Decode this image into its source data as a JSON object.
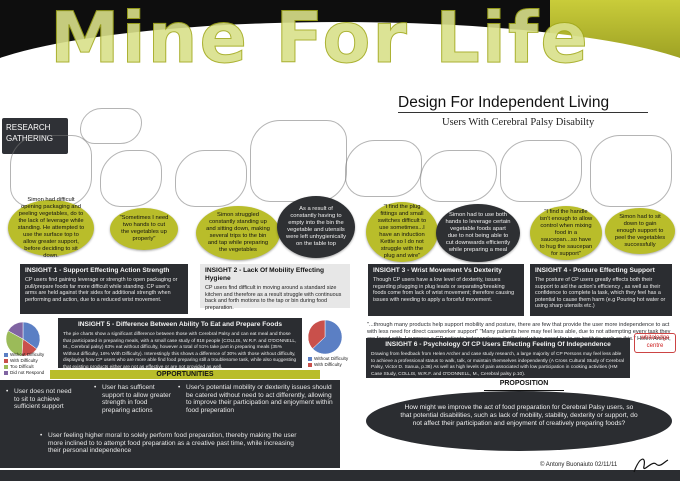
{
  "header": {
    "title": "Mine For Life",
    "subtitle": "Design For Independent Living",
    "tagline": "Users With Cerebral Palsy Disabilty",
    "research_label": "RESEARCH GATHERING"
  },
  "colors": {
    "accent": "#b9bd2a",
    "dark": "#2b2d31",
    "header": "#0e0e0e"
  },
  "bubbles": [
    {
      "text": "Simon had difficult opening packaging and peeling vegetables, do to the lack of leverage while standing. He attempted to use the surface top to allow greater support, before deciding to sit down."
    },
    {
      "text": "\"Sometimes I need two hands to cut the vegetables up properly\""
    },
    {
      "text": "Simon struggled constantly standing up and sitting down, making several trips to the bin and tap while preparing the vegetables"
    },
    {
      "text": "As a result of constantly having to empty into the bin the vegetable and utensils were left unhygienically on the table top"
    },
    {
      "text": "\"I find the plug fittings and small switches difficult to use sometimes...I have an induction Kettle so I do not struggle with the plug and wire\""
    },
    {
      "text": "Simon had to use both hands to leverage certain vegetable foods apart due to not being able to cut downwards efficiently while preparing a meal"
    },
    {
      "text": "\"I find the handle isn't enough to allow control when mixing food in a saucepan...so have to hug the saucepan for support\""
    },
    {
      "text": "Simon had to sit down to gain enough support to peel the vegetables successfully"
    }
  ],
  "insights": [
    {
      "title": "INSIGHT 1 - Support Effecting Action Strength",
      "text": "CP users find gaining leverage or strength to open packaging or pull/prepare foods far more difficult while standing. CP user's arms are held against their sides for additional strength when performing and action, due to a reduced wrist movement."
    },
    {
      "title": "INSIGHT 2 - Lack Of Mobility Effecting Hygiene",
      "text": "CP users find difficult in moving around a standard size kitchen and therefore as a result struggle with continuous back and forth motions to the tap or bin during food preparation."
    },
    {
      "title": "INSIGHT 3 - Wrist Movement Vs Dexterity",
      "text": "Though CP users have a low level of dexterity, issues regarding plugging in plug leads or separating/breaking foods come from lack of wrist movement; therefore causing issues with needing to apply a forceful movement."
    },
    {
      "title": "INSIGHT 4 - Posture Effecting Support",
      "text": "The posture of CP users greatly effects both their support to aid the action's efficiency , as well as their confidence to complete la task, which they feel has a potential to cause them harm (e.g Pouring hot water or using sharp utensils etc.)"
    },
    {
      "title": "INSIGHT 5 - Difference Between Ability To Eat and Prepare Foods",
      "text": "The pie charts show a significant difference between those with Cerebral Palsy and can eat meal and those that participated in preparing meals, with a small case study of 818 people (COLLIS, W.R.F. and O'DONNELL, M., Cerebral palsy) 63% eat without difficulty, however a total of 51% take part in preparing meals (35% Without difficulty, 16% With Difficulty). Interestingly this shows a difference of 30% with those without difficulty, displaying how CP users who are more able find food preparing still a troublesome task, while also suggesting that existing products either are not as effective or are not provided as well."
    },
    {
      "title": "INSIGHT 6 - Psychology Of CP Users Effecting Feeling Of Independence",
      "text": "Drawing from feedback from Helen Archer and case study research, a large majority of CP Persons may feel less able to achieve a professional status to walk, talk, or maintain themselves independently (A Cross Cultural Study of Cerebral Palsy, Victor D. Sanua, p.36) As well as high levels of pain associated with low participation in cooking activities (HM Case Study, COLLIS, W.R.F. and O'DONNELL, M., Cerebral palsy p.10)."
    }
  ],
  "quote": {
    "text": "\"...through many products help support mobility and posture, there are few that provide the user more independence to act with less need for direct caseworker support\" \"Many patients here may feel less able, due to not attempting every task they are faced with, I suppose a CP patients independence is effected when cared for in an institute such as this.\" Helen Archer, 46 Yrs Old, WhiteLodge CaseWorker Yrs 18 Yrs",
    "logo": "whitelodge centre"
  },
  "pies": {
    "left": {
      "legend": [
        "Without Difficulty",
        "With Difficulty",
        "Too Difficult",
        "Did not Respond"
      ],
      "values": [
        35,
        16,
        32,
        17
      ],
      "colors": [
        "#5b7fc4",
        "#c9504b",
        "#9bbb59",
        "#8064a2"
      ]
    },
    "right": {
      "legend": [
        "Without Difficulty",
        "With Difficulty"
      ],
      "values": [
        63,
        37
      ],
      "colors": [
        "#5b7fc4",
        "#c9504b"
      ]
    }
  },
  "opportunities": {
    "title": "OPPORTUNITIES",
    "items": [
      "User does not need to sit to achieve sufficient support",
      "User has sufficent support to allow greater strength in food preparing actions",
      "User's potential mobility or dexterity issues should be catered without need to act differently, allowing to improve their participation and enjoyment within food preperation",
      "User feeling higher moral to solely perform food preparation, thereby making the user more inclined to to attempt food preparation as a creative past time, while increasing their personal independence"
    ]
  },
  "proposition": {
    "title": "PROPOSITION",
    "text": "How might we improve the act of food preparation for Cerebral Palsy users, so that potential disabilities, such as lack of mobility, stability, dexterity or support, do not affect their participation and enjoyment of creatively preparing foods?"
  },
  "footer": {
    "copyright": "© Antony Buonaiuto 02/11/11"
  }
}
